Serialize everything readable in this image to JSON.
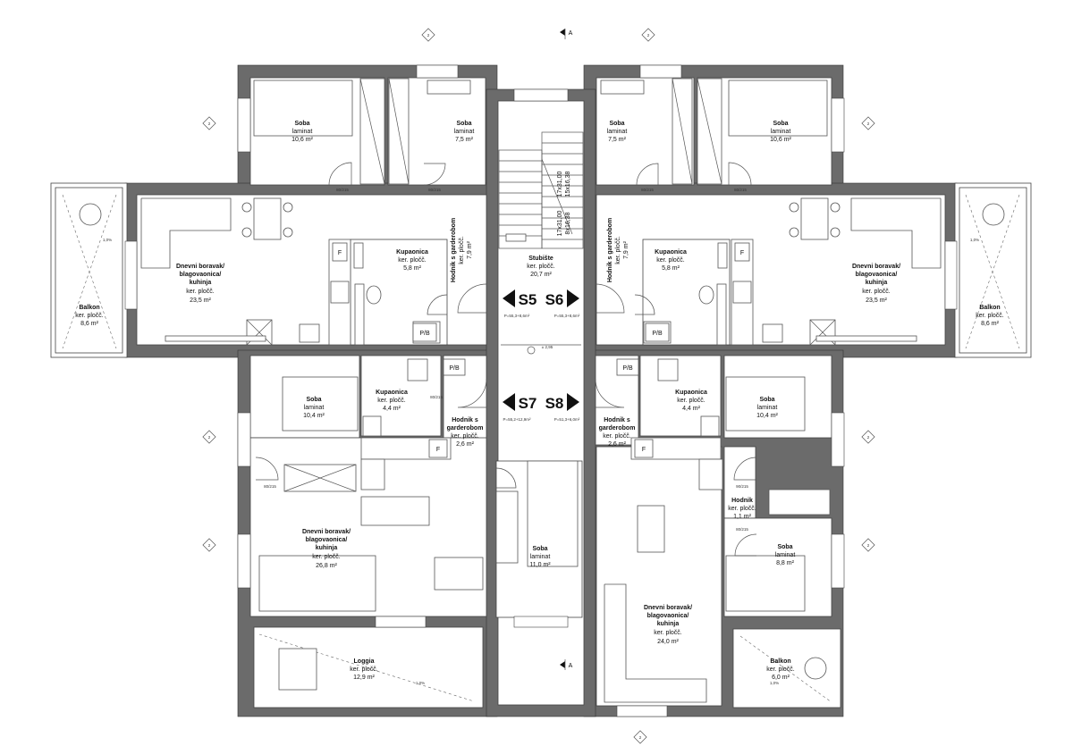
{
  "section_mark": "A",
  "units": [
    "S5",
    "S6",
    "S7",
    "S8"
  ],
  "elevation": "± 2,95",
  "unit_areas": [
    "P=55,3+8,6m²",
    "P=55,3+8,6m²",
    "P=55,2+12,9m²",
    "P=51,3+6,0m²"
  ],
  "stair": {
    "name": "Stubište",
    "floor": "ker. pločč.",
    "area": "20,7 m²",
    "steps_a": "17x31,00",
    "steps_a2": "8x16,38",
    "steps_b": "17x31,00",
    "steps_b2": "15x16,38"
  },
  "rooms": {
    "soba_a": {
      "name": "Soba",
      "floor": "laminat",
      "area": "10,6 m²"
    },
    "soba_b": {
      "name": "Soba",
      "floor": "laminat",
      "area": "7,5 m²"
    },
    "soba_c": {
      "name": "Soba",
      "floor": "laminat",
      "area": "7,5 m²"
    },
    "soba_d": {
      "name": "Soba",
      "floor": "laminat",
      "area": "10,6 m²"
    },
    "dnevni_a": {
      "name1": "Dnevni boravak/",
      "name2": "blagovaonica/",
      "name3": "kuhinja",
      "floor": "ker. pločč.",
      "area": "23,5 m²"
    },
    "dnevni_b": {
      "name1": "Dnevni boravak/",
      "name2": "blagovaonica/",
      "name3": "kuhinja",
      "floor": "ker. pločč.",
      "area": "23,5 m²"
    },
    "kup_a": {
      "name": "Kupaonica",
      "floor": "ker. pločč.",
      "area": "5,8 m²"
    },
    "kup_b": {
      "name": "Kupaonica",
      "floor": "ker. pločč.",
      "area": "5,8 m²"
    },
    "hod_a": {
      "name": "Hodnik s garderobom",
      "floor": "ker. pločč.",
      "area": "7,9 m²"
    },
    "hod_b": {
      "name": "Hodnik s garderobom",
      "floor": "ker. pločč.",
      "area": "7,9 m²"
    },
    "balkon_a": {
      "name": "Balkon",
      "floor": "ker. pločč.",
      "area": "8,6 m²"
    },
    "balkon_b": {
      "name": "Balkon",
      "floor": "ker. pločč.",
      "area": "8,6 m²"
    },
    "soba_e": {
      "name": "Soba",
      "floor": "laminat",
      "area": "10,4 m²"
    },
    "kup_c": {
      "name": "Kupaonica",
      "floor": "ker. pločč.",
      "area": "4,4 m²"
    },
    "hod_c": {
      "name1": "Hodnik s",
      "name2": "garderobom",
      "floor": "ker. pločč.",
      "area": "2,6 m²"
    },
    "dnevni_c": {
      "name1": "Dnevni boravak/",
      "name2": "blagovaonica/",
      "name3": "kuhinja",
      "floor": "ker. pločč.",
      "area": "26,8 m²"
    },
    "loggia": {
      "name": "Loggia",
      "floor": "ker. pločč.",
      "area": "12,9 m²"
    },
    "soba_f": {
      "name": "Soba",
      "floor": "laminat",
      "area": "11,0 m²"
    },
    "kup_d": {
      "name": "Kupaonica",
      "floor": "ker. pločč.",
      "area": "4,4 m²"
    },
    "soba_g": {
      "name": "Soba",
      "floor": "laminat",
      "area": "10,4 m²"
    },
    "hod_d": {
      "name1": "Hodnik s",
      "name2": "garderobom",
      "floor": "ker. pločč.",
      "area": "2,6 m²"
    },
    "hodnik_e": {
      "name": "Hodnik",
      "floor": "ker. pločč.",
      "area": "1,1 m²"
    },
    "soba_h": {
      "name": "Soba",
      "floor": "laminat",
      "area": "8,8 m²"
    },
    "dnevni_d": {
      "name1": "Dnevni boravak/",
      "name2": "blagovaonica/",
      "name3": "kuhinja",
      "floor": "ker. pločč.",
      "area": "24,0 m²"
    },
    "balkon_c": {
      "name": "Balkon",
      "floor": "ker. pločč.",
      "area": "6,0 m²"
    }
  },
  "appliance_labels": {
    "fridge": "F",
    "shaft": "P/B"
  },
  "door_tags": [
    "80/215",
    "80/215",
    "80/215",
    "80/215",
    "80/215",
    "90/215",
    "80/215",
    "80/215"
  ],
  "slope": "1,0%",
  "window_marker": "2"
}
